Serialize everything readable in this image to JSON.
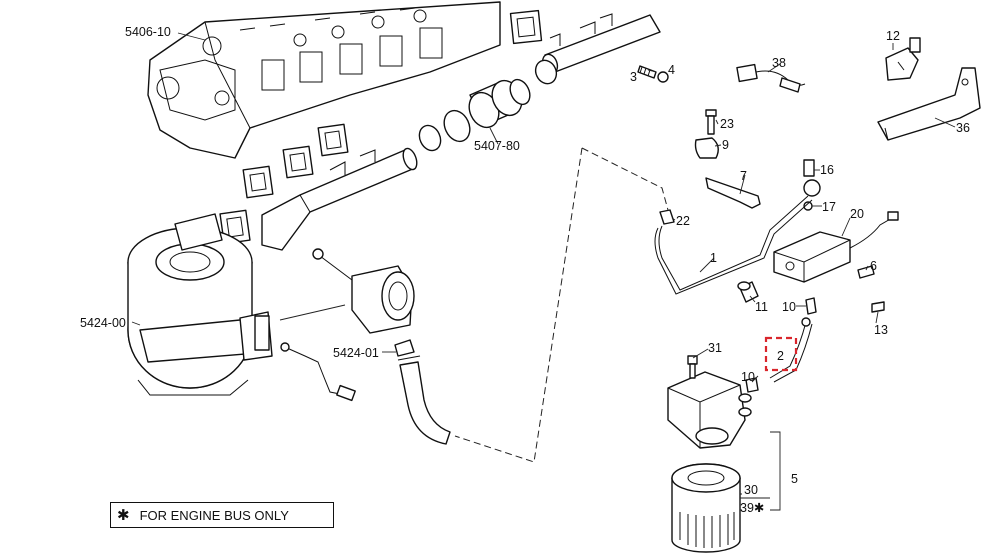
{
  "callouts": {
    "c5406_10": "5406-10",
    "c3": "3",
    "c4": "4",
    "c38": "38",
    "c12": "12",
    "c36": "36",
    "c23": "23",
    "c9": "9",
    "c7": "7",
    "c16": "16",
    "c5407_80": "5407-80",
    "c22": "22",
    "c17": "17",
    "c20": "20",
    "c1": "1",
    "c6": "6",
    "c11": "11",
    "c10a": "10",
    "c13": "13",
    "c5424_00": "5424-00",
    "c5424_01": "5424-01",
    "c31": "31",
    "c2": "2",
    "c10b": "10",
    "c5": "5",
    "c30": "30",
    "c39": "39✱"
  },
  "footnote": {
    "symbol": "✱",
    "text": "FOR ENGINE BUS ONLY"
  },
  "colors": {
    "highlight": "#d9262c",
    "line": "#111111"
  }
}
